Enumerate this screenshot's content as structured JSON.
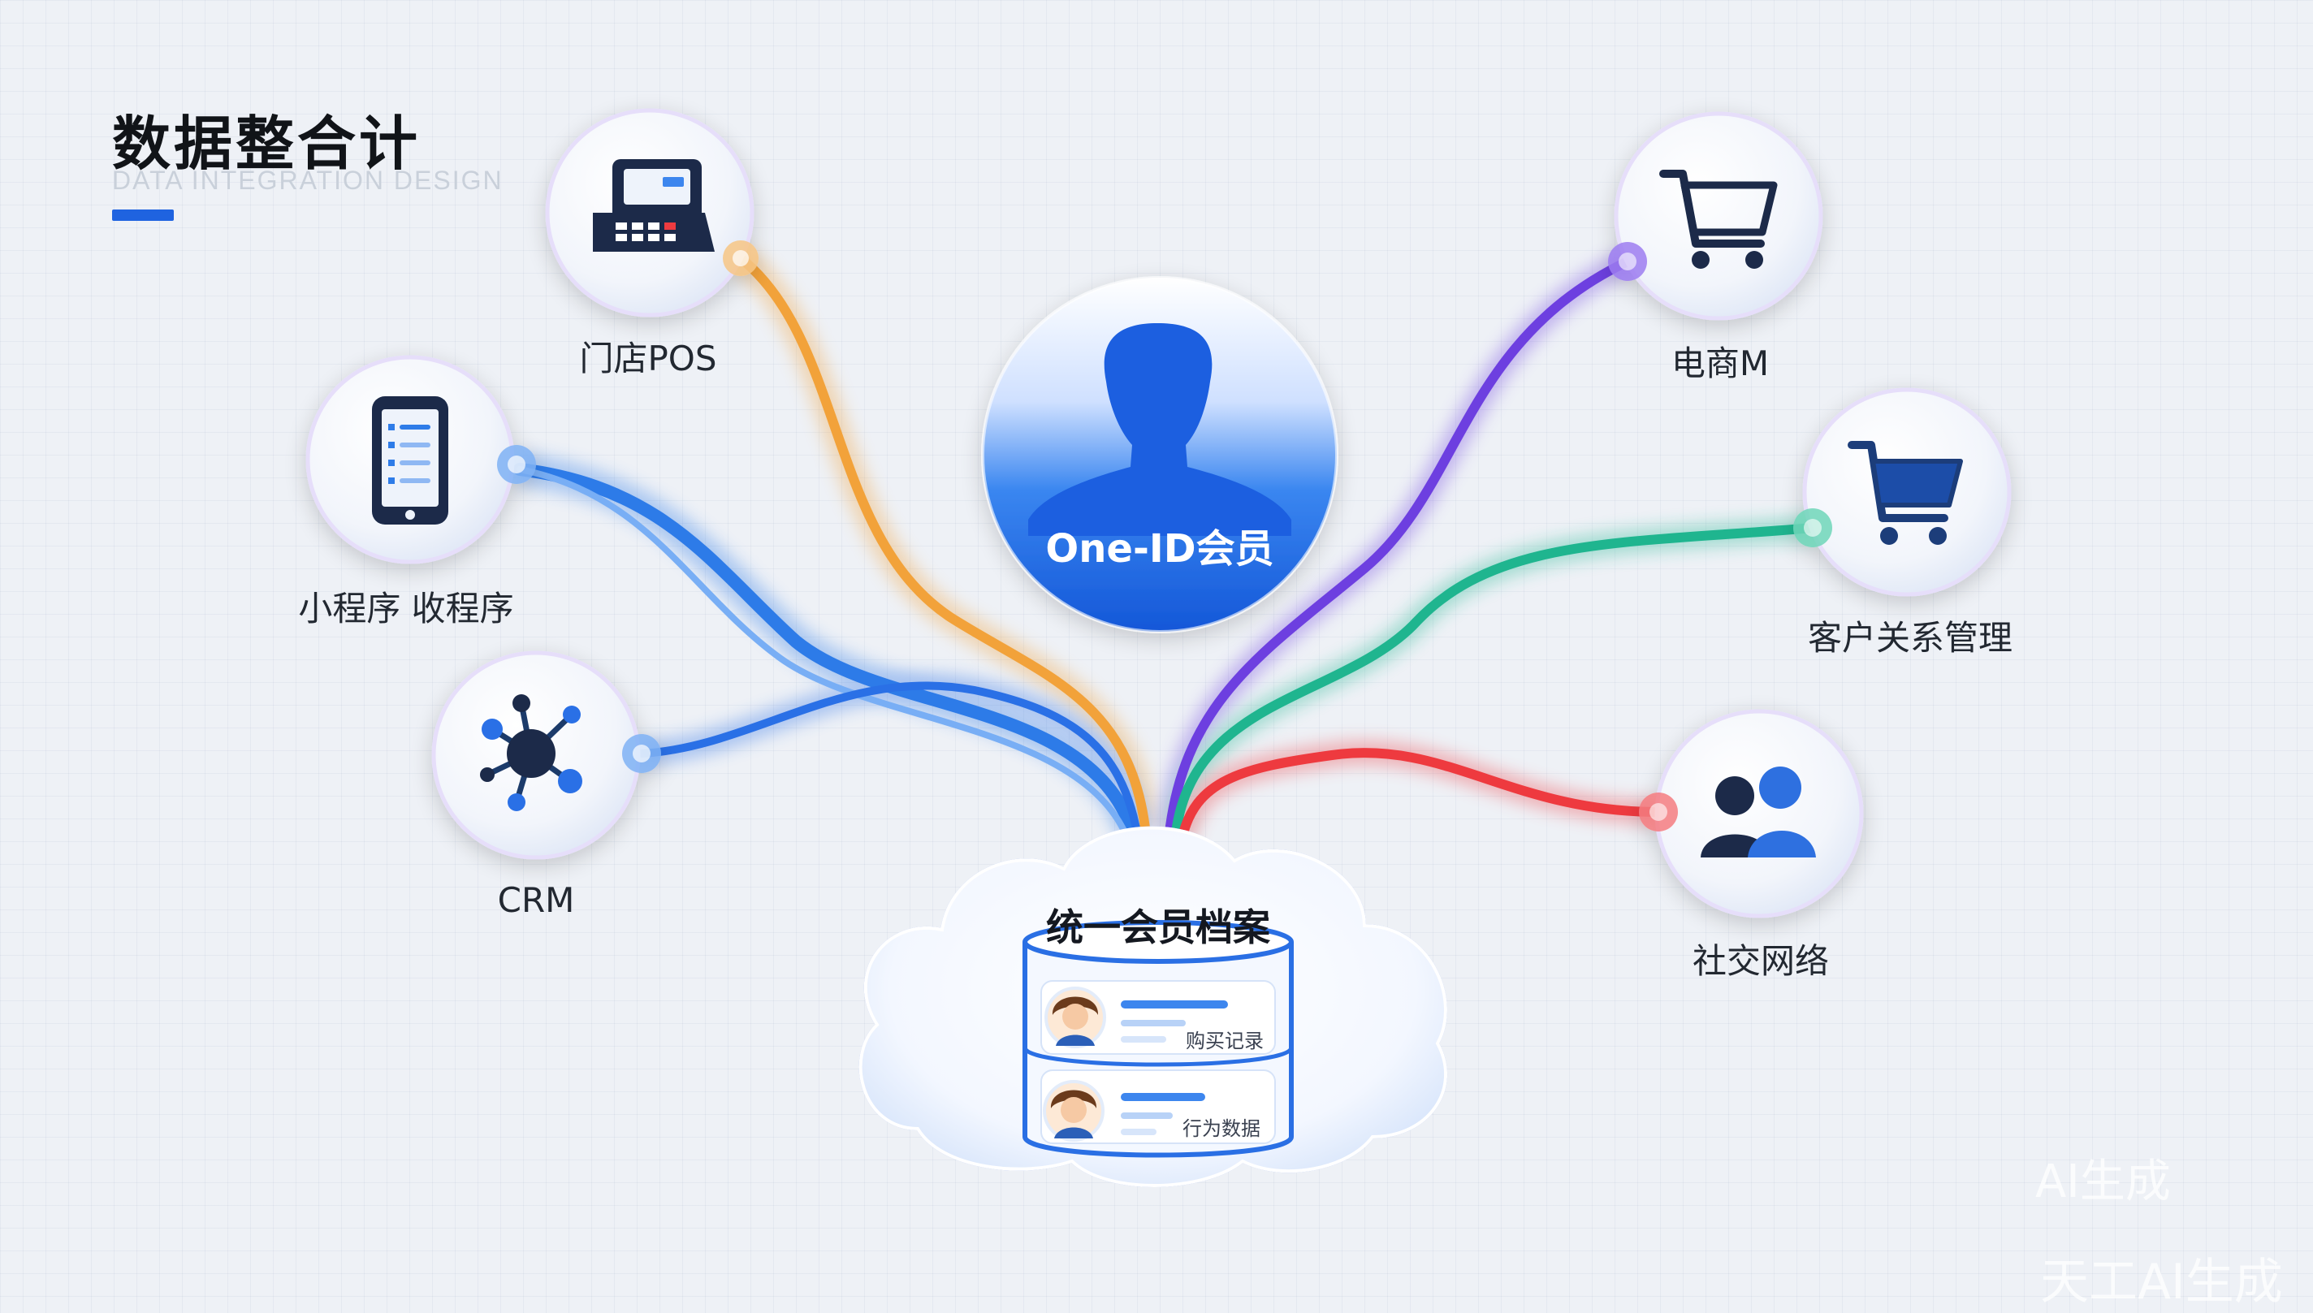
{
  "header": {
    "title": "数据整合计",
    "subtitle": "DATA INTEGRATION DESIGN"
  },
  "hub": {
    "label": "One-ID会员"
  },
  "archive": {
    "title": "统一会员档案",
    "record_1": "购买记录",
    "record_2": "行为数据"
  },
  "sources": {
    "pos": {
      "label": "门店POS",
      "icon": "pos-terminal-icon"
    },
    "miniapp": {
      "label": "小程序 收程序",
      "icon": "smartphone-icon"
    },
    "crm": {
      "label": "CRM",
      "icon": "network-nodes-icon"
    },
    "ecommerce": {
      "label": "电商M",
      "icon": "shopping-cart-icon"
    },
    "customer_rel": {
      "label": "客户关系管理",
      "icon": "shopping-cart-icon"
    },
    "social": {
      "label": "社交网络",
      "icon": "users-icon"
    }
  },
  "colors": {
    "accent": "#1f63e0",
    "pos_stream": "#f2a23a",
    "miniapp_stream": "#2d7be8",
    "crm_stream": "#2a70e6",
    "ecommerce_stream": "#6d3fe0",
    "customer_rel_stream": "#1fb58f",
    "social_stream": "#ee3a3f"
  },
  "watermark": {
    "line_1": "AI生成",
    "line_2": "天工AI生成"
  }
}
